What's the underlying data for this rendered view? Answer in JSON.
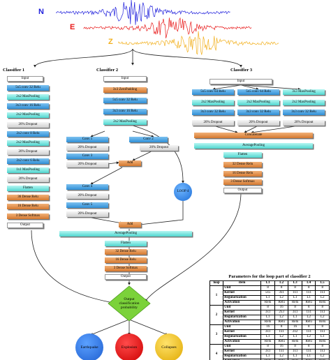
{
  "waves": [
    {
      "label": "N",
      "color": "#1f1fdc"
    },
    {
      "label": "E",
      "color": "#e81a1a"
    },
    {
      "label": "Z",
      "color": "#f2b01e"
    }
  ],
  "classifier1": {
    "title": "Classifier 1",
    "layers": [
      {
        "text": "Input",
        "style": "white"
      },
      {
        "text": "5x5 conv 32 Relu",
        "style": "blue"
      },
      {
        "text": "2x2 MaxPooling",
        "style": "teal"
      },
      {
        "text": "3x3 conv 16 Relu",
        "style": "blue"
      },
      {
        "text": "2x2 MaxPooling",
        "style": "teal"
      },
      {
        "text": "20% Dropout",
        "style": "grey"
      },
      {
        "text": "2x2 conv 8 Relu",
        "style": "blue"
      },
      {
        "text": "2x2 MaxPooling",
        "style": "teal"
      },
      {
        "text": "20% Dropout",
        "style": "grey"
      },
      {
        "text": "2x2 conv 6 Relu",
        "style": "blue"
      },
      {
        "text": "1x1 MaxPooling",
        "style": "teal"
      },
      {
        "text": "20% Dropout",
        "style": "grey"
      },
      {
        "text": "Flatten",
        "style": "teal"
      },
      {
        "text": "36 Dense Relu",
        "style": "orange"
      },
      {
        "text": "16 Dense Relu",
        "style": "orange"
      },
      {
        "text": "3 Dense Softmax",
        "style": "orange"
      },
      {
        "text": "Output",
        "style": "white"
      }
    ]
  },
  "classifier2": {
    "title": "Classifier 2",
    "head": [
      {
        "text": "Input",
        "style": "white"
      },
      {
        "text": "3x3 ZeroPadding",
        "style": "orange"
      },
      {
        "text": "5x5 conv 32 Relu",
        "style": "blue"
      },
      {
        "text": "3x3 conv 16 Relu",
        "style": "blue"
      },
      {
        "text": "2x2 MaxPooling",
        "style": "teal"
      }
    ],
    "loop": {
      "conv1": "Conv 1",
      "conv2": "Conv 2",
      "conv3": "Conv 3",
      "conv4": "Conv 4",
      "conv5": "Conv 5",
      "dropout": "20% Dropout",
      "add": "Add",
      "loop_label": "LOOP 4"
    },
    "tail": [
      {
        "text": "AveragePooling",
        "style": "teal"
      },
      {
        "text": "Flatten",
        "style": "teal"
      },
      {
        "text": "32 Dense Relu",
        "style": "orange"
      },
      {
        "text": "16 Dense Relu",
        "style": "orange"
      },
      {
        "text": "3 Dense Softmax",
        "style": "orange"
      },
      {
        "text": "Output",
        "style": "white"
      }
    ]
  },
  "classifier3": {
    "title": "Classifier 3",
    "input": "Input",
    "branches": [
      [
        "5x5 conv 64 Relu",
        "2x2 MaxPooling",
        "3x3 conv 32 Relu",
        "20% Dropout"
      ],
      [
        "5x5 conv 64 Relu",
        "2x2 MaxPooling",
        "3x3 conv 32 Relu",
        "20% Dropout"
      ],
      [
        "3x3 MaxPooling",
        "2x2 MaxPooling",
        "3x3 conv 32 Relu",
        "20% Dropout"
      ]
    ],
    "tail": [
      {
        "text": "Concatenate",
        "style": "orange"
      },
      {
        "text": "AveragePooling",
        "style": "teal"
      },
      {
        "text": "Flatten",
        "style": "teal"
      },
      {
        "text": "32 Dense Relu",
        "style": "orange"
      },
      {
        "text": "16 Dense Relu",
        "style": "orange"
      },
      {
        "text": "3 Dense Softmax",
        "style": "orange"
      },
      {
        "text": "Output",
        "style": "white"
      }
    ]
  },
  "decision": {
    "text_lines": [
      "Output",
      "classification",
      "probability"
    ],
    "outputs": [
      {
        "label": "Earthquake",
        "color": "#1f6fe0"
      },
      {
        "label": "Explosion",
        "color": "#e01616"
      },
      {
        "label": "Collapses",
        "color": "#f0c419"
      }
    ]
  },
  "param_table": {
    "title": "Parameters for the loop part of classifier 2",
    "header": [
      "loop",
      "item",
      "L1",
      "L2",
      "L3",
      "L4",
      "L5"
    ],
    "groups": [
      {
        "loop": "1",
        "rows": [
          [
            "Unit",
            "8",
            "8",
            "8",
            "8",
            "8"
          ],
          [
            "Kernel",
            "5x5",
            "3x1",
            "1x1",
            "1x1",
            "1x1"
          ],
          [
            "Regularization",
            "L1",
            "L2",
            "L1",
            "L1",
            "L2"
          ],
          [
            "Activation",
            "Relu",
            "Relu",
            "Relu",
            "Relu",
            "Relu"
          ]
        ]
      },
      {
        "loop": "2",
        "rows": [
          [
            "Unit",
            "8",
            "16",
            "8",
            "8",
            "8"
          ],
          [
            "Kernel",
            "3x1",
            "2x3",
            "3x1",
            "1x1",
            "1x1"
          ],
          [
            "Regularization",
            "L1",
            "L2",
            "L1",
            "L2",
            "L2"
          ],
          [
            "Activation",
            "Relu",
            "Relu",
            "Relu",
            "Relu",
            "Relu"
          ]
        ]
      },
      {
        "loop": "3",
        "rows": [
          [
            "Unit",
            "16",
            "8",
            "16",
            "8",
            "8"
          ],
          [
            "Kernel",
            "3x1",
            "1x1",
            "2x2",
            "1x1",
            "1x1"
          ],
          [
            "Regularization",
            "L1",
            "L2",
            "L1",
            "L2",
            "L1"
          ],
          [
            "Activation",
            "Relu",
            "Relu",
            "Relu",
            "Relu",
            "Relu"
          ]
        ]
      },
      {
        "loop": "4",
        "rows": [
          [
            "Unit",
            "8",
            "16",
            "8",
            "8",
            "8"
          ],
          [
            "Kernel",
            "3x1",
            "1x1",
            "1x1",
            "1x1",
            "1x1"
          ],
          [
            "Regularization",
            "L1",
            "L2",
            "L1",
            "L1",
            "L2"
          ],
          [
            "Activation",
            "Relu",
            "Relu",
            "Relu",
            "Relu",
            "Relu"
          ]
        ]
      }
    ]
  }
}
